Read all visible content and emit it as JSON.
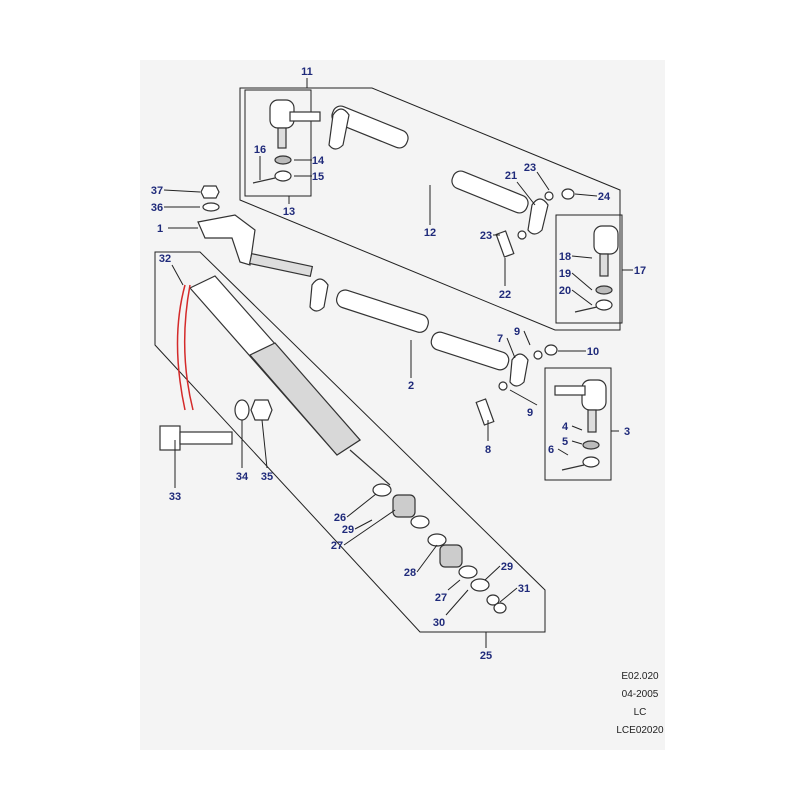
{
  "colors": {
    "panel": "#f4f4f4",
    "callout": "#1f2a7a",
    "hose": "#d42a2a",
    "part_fill": "#ffffff",
    "part_shade": "#bdbdbd"
  },
  "callouts": [
    "1",
    "2",
    "3",
    "4",
    "5",
    "6",
    "7",
    "8",
    "9",
    "9",
    "10",
    "11",
    "12",
    "13",
    "14",
    "15",
    "16",
    "17",
    "18",
    "19",
    "20",
    "21",
    "22",
    "23",
    "23",
    "24",
    "25",
    "26",
    "27",
    "27",
    "28",
    "29",
    "29",
    "30",
    "31",
    "32",
    "33",
    "34",
    "35",
    "36",
    "37"
  ],
  "meta": {
    "code": "E02.020",
    "date": "04-2005",
    "region": "LC",
    "ref": "LCE02020"
  }
}
